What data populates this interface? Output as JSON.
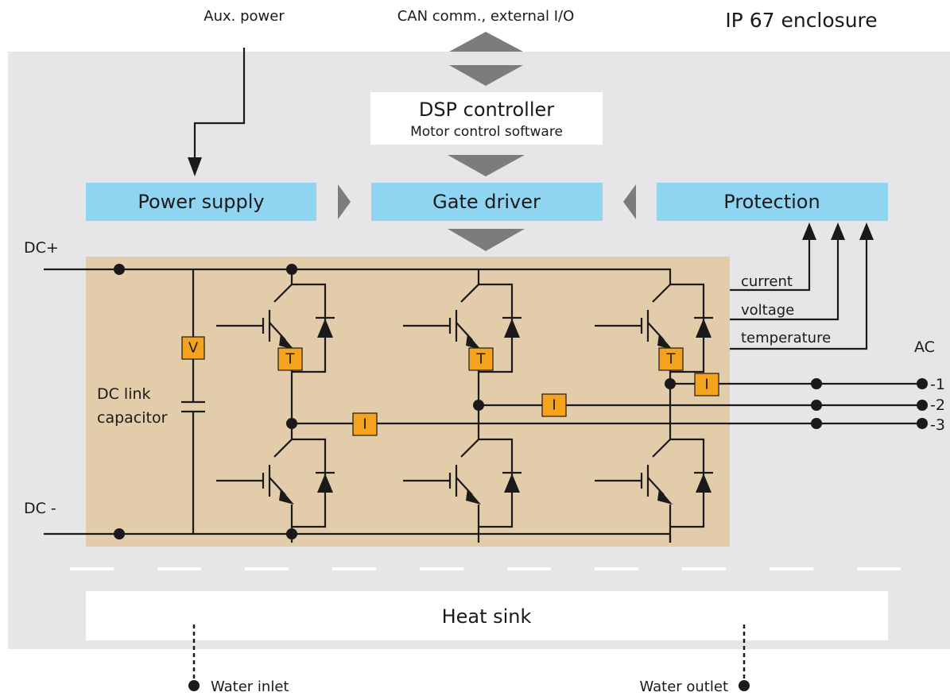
{
  "labels": {
    "aux_power": "Aux. power",
    "can_comm": "CAN comm., external I/O",
    "enclosure": "IP 67 enclosure",
    "dsp_title": "DSP controller",
    "dsp_sub": "Motor control software",
    "power_supply": "Power supply",
    "gate_driver": "Gate driver",
    "protection": "Protection",
    "dc_plus": "DC+",
    "dc_minus": "DC -",
    "dc_link_1": "DC link",
    "dc_link_2": "capacitor",
    "current": "current",
    "voltage": "voltage",
    "temperature": "temperature",
    "ac": "AC",
    "ac_1": "-1",
    "ac_2": "-2",
    "ac_3": "-3",
    "heat_sink": "Heat sink",
    "water_inlet": "Water inlet",
    "water_outlet": "Water outlet"
  },
  "badges": {
    "voltage_sensor": "V",
    "temp_sensor": "T",
    "current_sensor": "I"
  },
  "colors": {
    "enclosure_bg": "#e6e6e8",
    "module_bg": "#e2ccaa",
    "block_blue": "#8fd4f1",
    "badge_orange": "#f5a31c",
    "arrow_gray": "#7c7c7c"
  }
}
